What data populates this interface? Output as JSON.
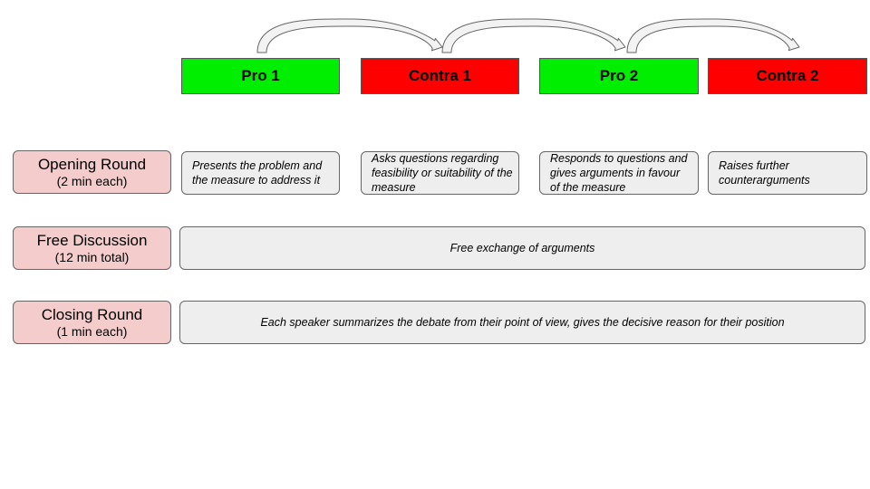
{
  "colors": {
    "pro": "#00ee00",
    "contra": "#ff0000",
    "phase_fill": "#f4cccc",
    "description_fill": "#eeeeee",
    "arrow_fill": "#f3f3f3",
    "arrow_stroke": "#666666"
  },
  "speakers": [
    {
      "label": "Pro 1",
      "side": "pro"
    },
    {
      "label": "Contra 1",
      "side": "contra"
    },
    {
      "label": "Pro 2",
      "side": "pro"
    },
    {
      "label": "Contra 2",
      "side": "contra"
    }
  ],
  "turn_order": [
    {
      "from": "Pro 1",
      "to": "Contra 1"
    },
    {
      "from": "Contra 1",
      "to": "Pro 2"
    },
    {
      "from": "Pro 2",
      "to": "Contra 2"
    }
  ],
  "phases": [
    {
      "title": "Opening Round",
      "subtitle": "(2 min each)"
    },
    {
      "title": "Free Discussion",
      "subtitle": "(12 min total)"
    },
    {
      "title": "Closing Round",
      "subtitle": "(1 min each)"
    }
  ],
  "opening_descriptions": [
    "Presents the problem and the measure to address it",
    "Asks questions regarding feasibility or suitability of the measure",
    "Responds to questions and gives arguments in favour of the measure",
    "Raises further counterarguments"
  ],
  "free_discussion_description": "Free exchange of arguments",
  "closing_description": "Each speaker summarizes the debate from their point of view, gives the decisive reason for their position"
}
